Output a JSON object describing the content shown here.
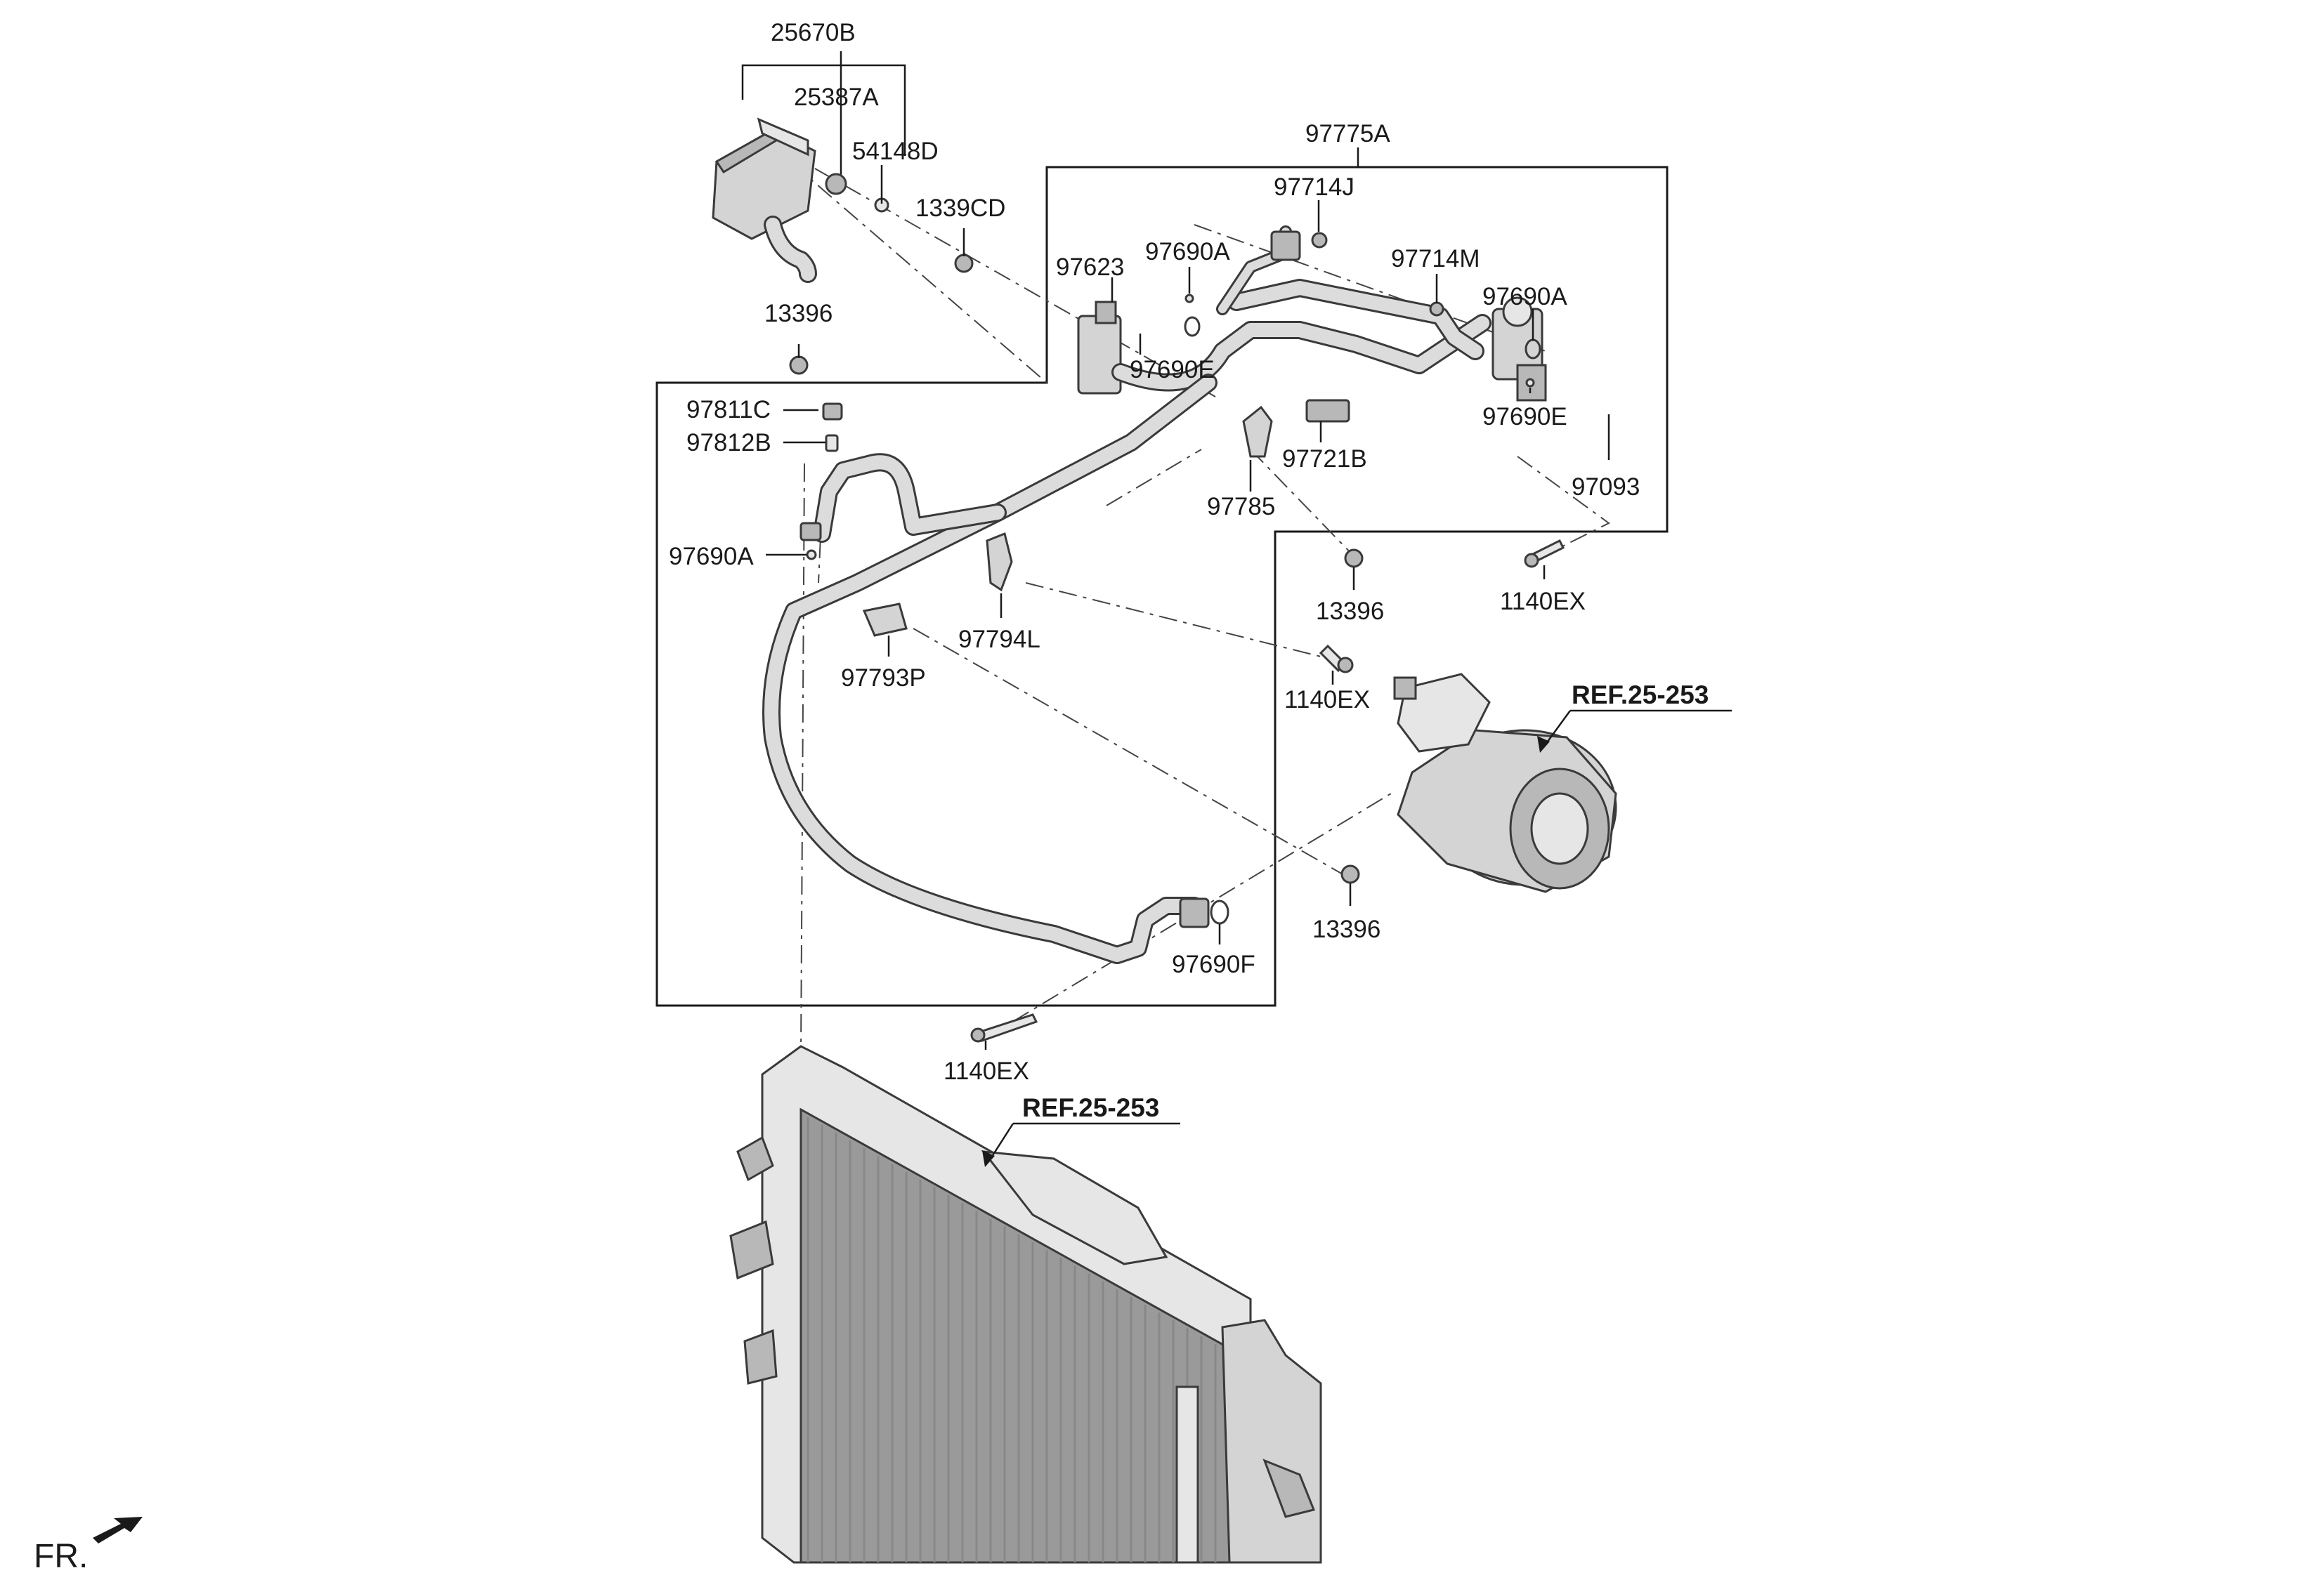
{
  "labels": {
    "p25670B": "25670B",
    "p25387A": "25387A",
    "p54148D": "54148D",
    "p1339CD": "1339CD",
    "p13396_a": "13396",
    "p97811C": "97811C",
    "p97812B": "97812B",
    "p97690A_left": "97690A",
    "p97775A": "97775A",
    "p97714J": "97714J",
    "p97690A_top": "97690A",
    "p97623": "97623",
    "p97714M": "97714M",
    "p97690A_right": "97690A",
    "p97690E_left": "97690E",
    "p97690E_right": "97690E",
    "p97721B": "97721B",
    "p97093": "97093",
    "p97785": "97785",
    "p13396_b": "13396",
    "p1140EX_a": "1140EX",
    "p97794L": "97794L",
    "p97793P": "97793P",
    "p1140EX_b": "1140EX",
    "p13396_c": "13396",
    "p97690F": "97690F",
    "p1140EX_c": "1140EX",
    "ref_compressor": "REF.25-253",
    "ref_radiator": "REF.25-253"
  },
  "orientation": "FR.",
  "icons": {
    "front_arrow": "front-direction-arrow-icon"
  }
}
